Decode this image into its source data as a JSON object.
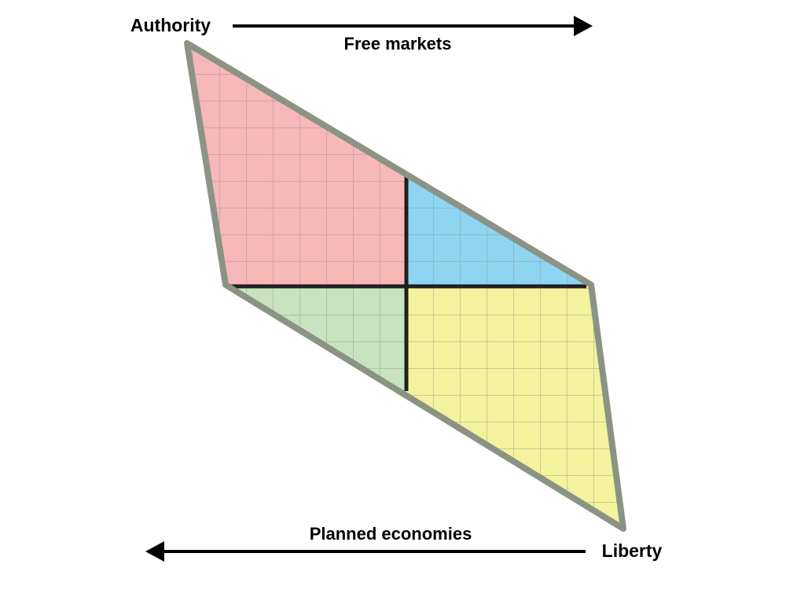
{
  "labels": {
    "top_left": "Authority",
    "top_arrow": "Free markets",
    "bottom_arrow": "Planned economies",
    "bottom_right": "Liberty"
  },
  "colors": {
    "top_left_quadrant": "#f7b8b8",
    "top_right_quadrant": "#8ed5f2",
    "bottom_left_quadrant": "#c7e3bf",
    "bottom_right_quadrant": "#f3f39e",
    "border": "#8b9385",
    "grid": "#8a8a8a",
    "axes": "#1f1f1f",
    "arrows": "#000000"
  }
}
